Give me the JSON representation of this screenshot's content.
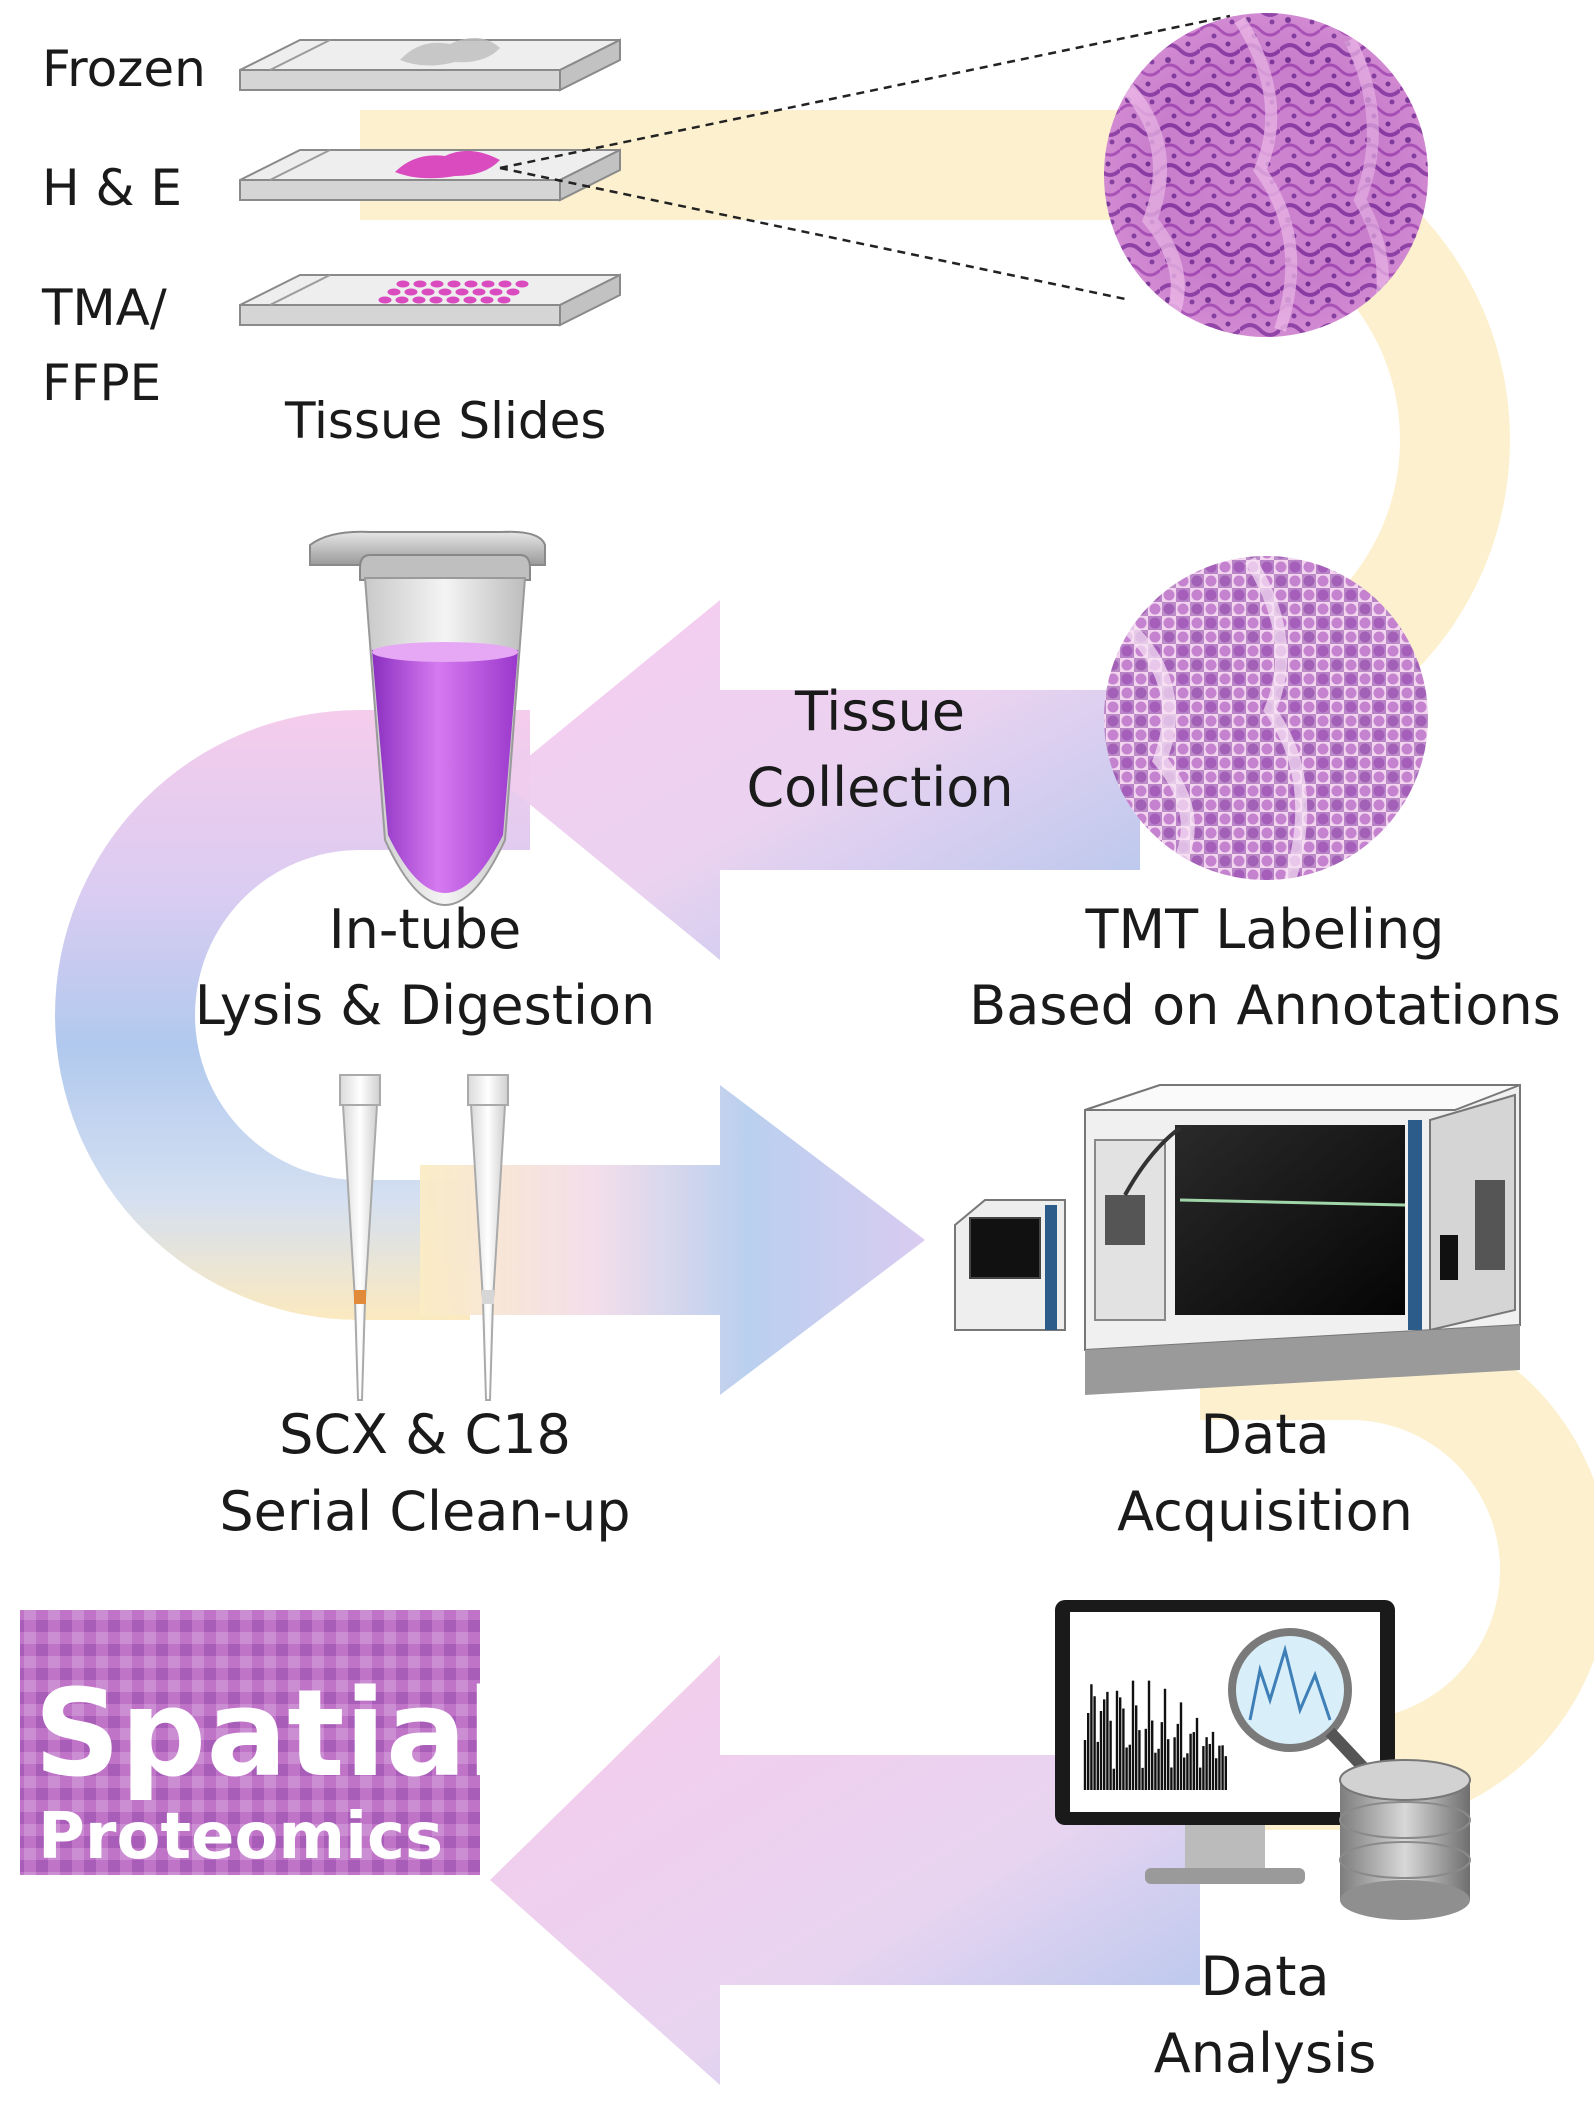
{
  "slides": {
    "frozen": "Frozen",
    "he": "H & E",
    "tma_line1": "TMA/",
    "tma_line2": "FFPE",
    "caption": "Tissue Slides"
  },
  "steps": {
    "collection": [
      "Tissue",
      "Collection"
    ],
    "tmt": [
      "TMT Labeling",
      "Based on Annotations"
    ],
    "lysis": [
      "In-tube",
      "Lysis & Digestion"
    ],
    "cleanup": [
      "SCX & C18",
      "Serial Clean-up"
    ],
    "acquisition": [
      "Data",
      "Acquisition"
    ],
    "analysis": [
      "Data",
      "Analysis"
    ]
  },
  "logo": {
    "line1": "Spatial",
    "line2": "Proteomics"
  },
  "colors": {
    "tissue_pink": "#d94bbf",
    "tube_purple": "#b046e0",
    "flow_yellow": "#fbecc0",
    "flow_blue": "#a9c4ec",
    "flow_pink": "#f6cdec",
    "logo_bg": "#b866c4"
  },
  "icons": [
    "microtube-icon",
    "pipette-tip-icon",
    "mass-spectrometer-icon",
    "monitor-icon",
    "database-icon",
    "magnifier-icon"
  ]
}
